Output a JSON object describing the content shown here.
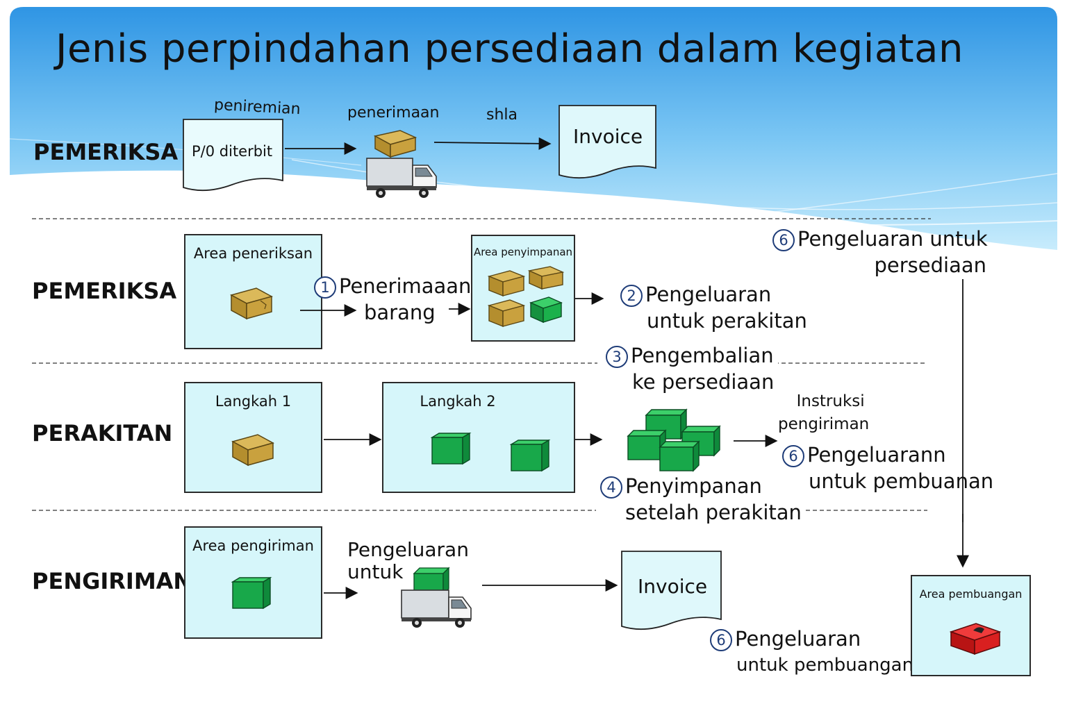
{
  "title": "Jenis perpindahan persediaan dalam kegiatan",
  "rows": {
    "row1": "PEMERIKSA",
    "row2": "PEMERIKSA",
    "row3": "PERAKITAN",
    "row4": "PENGIRIMAN"
  },
  "top": {
    "label_peniremian": "peniremian",
    "label_penerimaan": "penerimaan",
    "label_shla": "shla",
    "doc_po": "P/0 diterbit",
    "doc_invoice": "Invoice"
  },
  "inspection": {
    "area_title": "Area peneriksan",
    "step1_num": "1",
    "step1_line1": "Penerimaaan",
    "step1_line2": "barang",
    "storage_title": "Area penyimpanan",
    "step2_num": "2",
    "step2_line1": "Pengeluaran",
    "step2_line2": "untuk perakitan",
    "step3_num": "3",
    "step3_line1": "Pengembalian",
    "step3_line2": "ke persediaan"
  },
  "right": {
    "step6_num": "6",
    "step6_line1": "Pengeluaran untuk",
    "step6_line2": "persediaan"
  },
  "assembly": {
    "step1_title": "Langkah 1",
    "step2_title": "Langkah 2",
    "step4_num": "4",
    "step4_line1": "Penyimpanan",
    "step4_line2": "setelah perakitan",
    "instr_line1": "Instruksi",
    "instr_line2": "pengiriman",
    "step6b_num": "6",
    "step6b_line1": "Pengeluarann",
    "step6b_line2": "untuk pembuanan"
  },
  "shipping": {
    "area_title": "Area pengiriman",
    "out_line1": "Pengeluaran",
    "out_line2": "untuk",
    "doc_invoice": "Invoice",
    "step6c_num": "6",
    "step6c_line1": "Pengeluaran",
    "step6c_line2": "untuk pembuangan",
    "disposal_title": "Area pembuangan"
  },
  "colors": {
    "sky_top": "#2f95e4",
    "sky_bottom": "#bfe6fb",
    "box_fill": "#d6f6fa",
    "cardboard": "#c6a23d",
    "green_box": "#18a84a",
    "red_box": "#d92020",
    "number_circle": "#1e3c78"
  },
  "icons": [
    "cardboard-box-icon",
    "green-box-icon",
    "delivery-truck-icon",
    "red-disposal-box-icon",
    "document-icon",
    "arrow-icon"
  ]
}
